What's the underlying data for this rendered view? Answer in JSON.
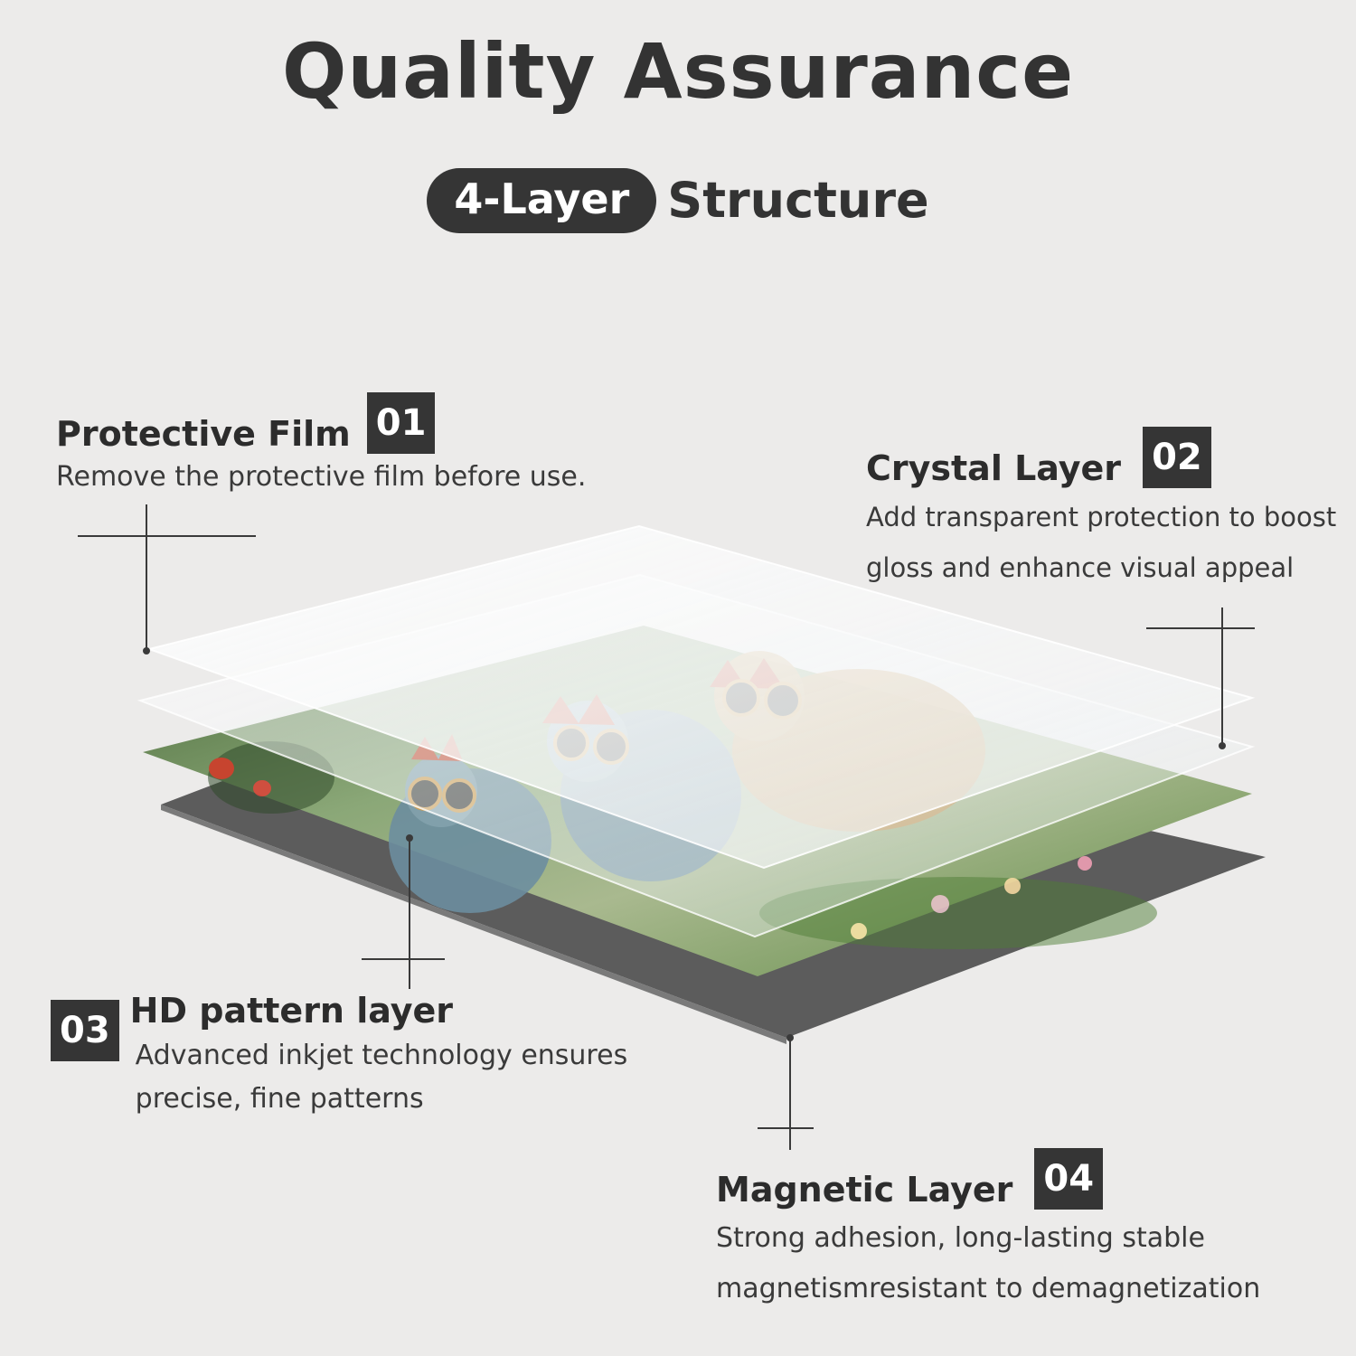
{
  "header": {
    "title": "Quality Assurance",
    "pill": "4-Layer",
    "subtitle": "Structure"
  },
  "layers": [
    {
      "number": "01",
      "name": "Protective Film",
      "description": "Remove the protective film before use."
    },
    {
      "number": "02",
      "name": "Crystal Layer",
      "description": "Add transparent protection to boost gloss and enhance visual appeal"
    },
    {
      "number": "03",
      "name": "HD pattern layer",
      "description": "Advanced inkjet technology ensures precise, fine patterns"
    },
    {
      "number": "04",
      "name": "Magnetic Layer",
      "description": "Strong adhesion, long-lasting stable magnetismresistant to demagnetization"
    }
  ],
  "colors": {
    "background": "#ecebea",
    "badge": "#353535",
    "magnetic_sheet": "#5c5c5c",
    "foliage": "#6f9a52"
  }
}
